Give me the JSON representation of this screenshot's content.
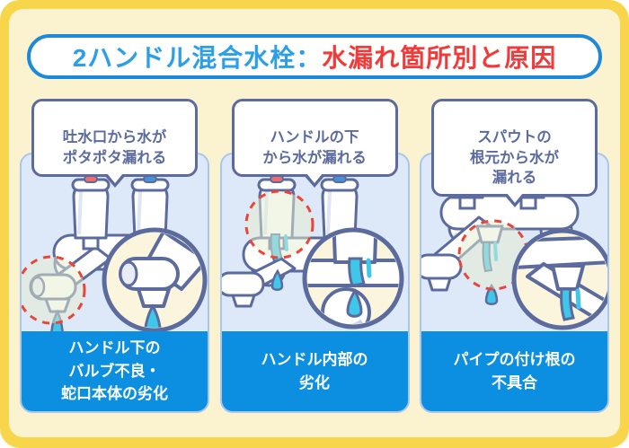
{
  "title": {
    "prefix_blue": "2ハンドル混合水栓：",
    "suffix_red": "水漏れ箇所別と原因"
  },
  "panels": [
    {
      "id": "spout-drip",
      "bubble": "吐水口から水が\nポタポタ漏れる",
      "cause": "ハンドル下の\nバルブ不良・\n蛇口本体の劣化"
    },
    {
      "id": "under-handle-leak",
      "bubble": "ハンドルの下\nから水が漏れる",
      "cause": "ハンドル内部の\n劣化"
    },
    {
      "id": "spout-base-leak",
      "bubble": "スパウトの\n根元から水が\n漏れる",
      "cause": "パイプの付け根の\n不具合"
    }
  ],
  "colors": {
    "frame_yellow": "#F7D64B",
    "background_cream": "#FBF2D0",
    "banner_border_blue": "#1E88DB",
    "title_blue": "#2D9FE8",
    "title_red": "#F13B3B",
    "panel_bg": "#DDE9F8",
    "panel_border": "#A9C6EC",
    "outline_slate": "#5C6B9E",
    "footer_blue": "#0C8FE0",
    "water_cyan": "#3EC7E9",
    "leak_dashed_red": "#E8453C",
    "magnifier_bg": "#FBF5DE",
    "hot_dot_red": "#F26B6B",
    "cold_dot_blue": "#4A90D9"
  }
}
